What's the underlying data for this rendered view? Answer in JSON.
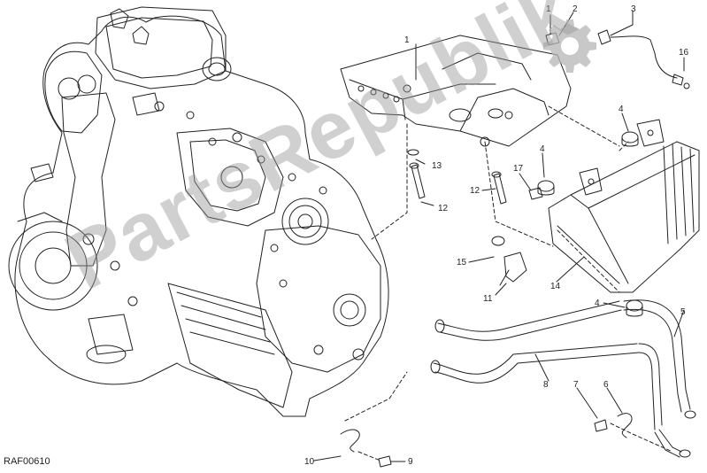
{
  "diagram": {
    "reference_code": "RAF00610",
    "watermark_text": "PartsRepublik",
    "callouts": [
      "1",
      "2",
      "3",
      "16",
      "4",
      "4",
      "17",
      "13",
      "12",
      "12",
      "15",
      "11",
      "14",
      "4",
      "5",
      "8",
      "7",
      "6",
      "10",
      "9"
    ]
  },
  "colors": {
    "line": "#222222",
    "watermark": "#999999",
    "gear": "#b5b5b5"
  }
}
